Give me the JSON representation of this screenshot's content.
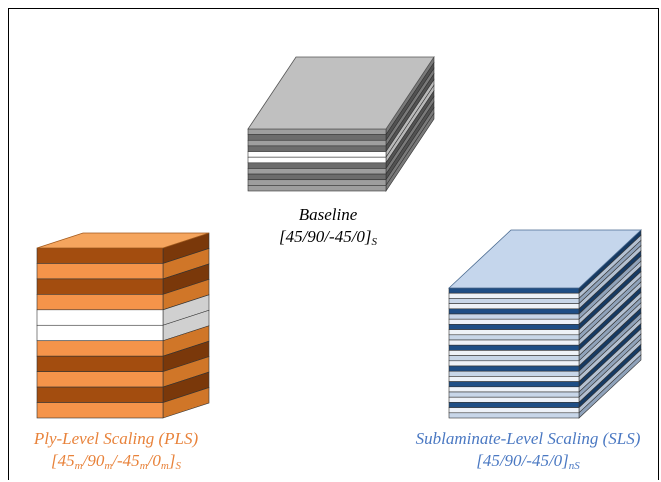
{
  "colors": {
    "frame": "#000000",
    "baseline": {
      "top": "#b8b8b8",
      "front_light": "#d4d4d4",
      "front_dark": "#a8a8a8",
      "white": "#ffffff",
      "side_light": "#8c8c8c",
      "side_dark": "#6e6e6e"
    },
    "pls": {
      "top": "#f5a55e",
      "orange": "#f5944a",
      "brown": "#a34d0f",
      "white": "#ffffff",
      "side_orange": "#c26a22",
      "side_brown": "#6b3208",
      "side_white": "#c9c9c9"
    },
    "sls": {
      "top": "#c5d6ec",
      "navy": "#1f4e85",
      "light": "#c8d6e8",
      "white": "#eef2f8",
      "side_navy": "#163a63",
      "side_light": "#8fa2ba"
    },
    "pls_caption": "#e8823a",
    "sls_caption": "#4a78c2",
    "baseline_caption": "#000000"
  },
  "diagrams": {
    "baseline": {
      "name": "Baseline",
      "layup_main": "[45/90/-45/0]",
      "layup_sub": "S",
      "plies": [
        "gray",
        "dark",
        "gray",
        "dark",
        "white",
        "white",
        "dark",
        "gray",
        "dark",
        "gray",
        "gray"
      ]
    },
    "pls": {
      "name": "Ply-Level Scaling (PLS)",
      "layup_parts": [
        {
          "t": "[45"
        },
        {
          "s": "m"
        },
        {
          "t": "/90"
        },
        {
          "s": "m"
        },
        {
          "t": "/-45"
        },
        {
          "s": "m"
        },
        {
          "t": "/0"
        },
        {
          "s": "m"
        },
        {
          "t": "]"
        },
        {
          "s": "S"
        }
      ],
      "plies": [
        "brown",
        "orange",
        "brown",
        "orange",
        "white",
        "white",
        "orange",
        "brown",
        "orange",
        "brown",
        "orange"
      ]
    },
    "sls": {
      "name": "Sublaminate-Level Scaling (SLS)",
      "layup_main": "[45/90/-45/0]",
      "layup_sub": "nS",
      "plies": [
        "navy",
        "white",
        "light",
        "white",
        "navy",
        "light",
        "white",
        "navy",
        "white",
        "light",
        "white",
        "navy",
        "white",
        "light",
        "white",
        "navy",
        "light",
        "white",
        "navy",
        "white",
        "light",
        "white",
        "navy",
        "white",
        "light"
      ]
    }
  }
}
